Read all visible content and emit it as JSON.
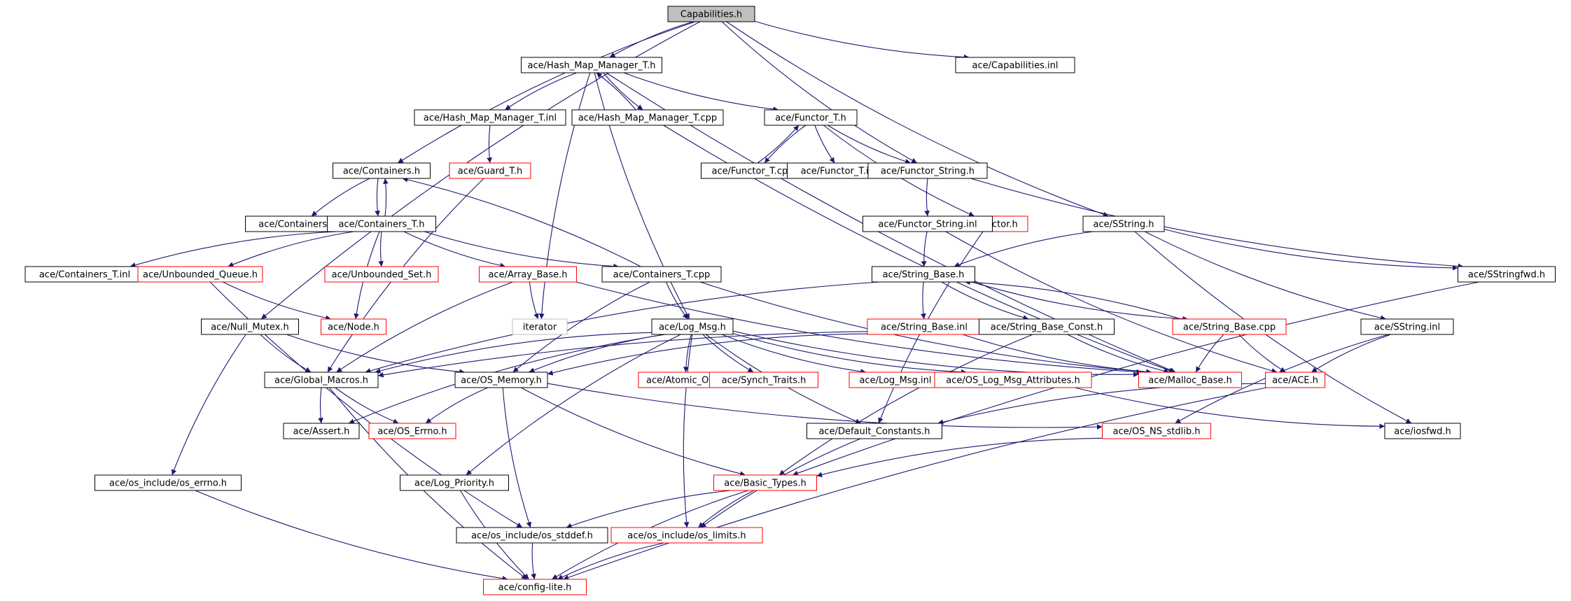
{
  "colors": {
    "edge": "#191970",
    "normal_border": "#000000",
    "missing_border": "#ff0000",
    "root_fill": "#bfbfbf",
    "external_border": "#bfbfbf"
  },
  "nodes": [
    {
      "id": "capabilities_h",
      "label": "Capabilities.h",
      "style": "root"
    },
    {
      "id": "hash_map_manager_t_h",
      "label": "ace/Hash_Map_Manager_T.h",
      "style": "normal"
    },
    {
      "id": "capabilities_inl",
      "label": "ace/Capabilities.inl",
      "style": "normal"
    },
    {
      "id": "hash_map_manager_t_inl",
      "label": "ace/Hash_Map_Manager_T.inl",
      "style": "normal"
    },
    {
      "id": "hash_map_manager_t_cpp",
      "label": "ace/Hash_Map_Manager_T.cpp",
      "style": "normal"
    },
    {
      "id": "functor_t_h",
      "label": "ace/Functor_T.h",
      "style": "normal"
    },
    {
      "id": "containers_h",
      "label": "ace/Containers.h",
      "style": "normal"
    },
    {
      "id": "guard_t_h",
      "label": "ace/Guard_T.h",
      "style": "missing"
    },
    {
      "id": "functor_t_cpp",
      "label": "ace/Functor_T.cpp",
      "style": "normal"
    },
    {
      "id": "functor_t_inl",
      "label": "ace/Functor_T.inl",
      "style": "normal"
    },
    {
      "id": "functor_string_h",
      "label": "ace/Functor_String.h",
      "style": "normal"
    },
    {
      "id": "containers_inl",
      "label": "ace/Containers.inl",
      "style": "normal"
    },
    {
      "id": "containers_t_h",
      "label": "ace/Containers_T.h",
      "style": "normal"
    },
    {
      "id": "functor_h",
      "label": "ace/Functor.h",
      "style": "missing"
    },
    {
      "id": "functor_string_inl",
      "label": "ace/Functor_String.inl",
      "style": "normal"
    },
    {
      "id": "sstring_h",
      "label": "ace/SString.h",
      "style": "normal"
    },
    {
      "id": "containers_t_inl",
      "label": "ace/Containers_T.inl",
      "style": "normal"
    },
    {
      "id": "unbounded_queue_h",
      "label": "ace/Unbounded_Queue.h",
      "style": "missing"
    },
    {
      "id": "unbounded_set_h",
      "label": "ace/Unbounded_Set.h",
      "style": "missing"
    },
    {
      "id": "array_base_h",
      "label": "ace/Array_Base.h",
      "style": "missing"
    },
    {
      "id": "containers_t_cpp",
      "label": "ace/Containers_T.cpp",
      "style": "normal"
    },
    {
      "id": "string_base_h",
      "label": "ace/String_Base.h",
      "style": "normal"
    },
    {
      "id": "sstringfwd_h",
      "label": "ace/SStringfwd.h",
      "style": "normal"
    },
    {
      "id": "null_mutex_h",
      "label": "ace/Null_Mutex.h",
      "style": "normal"
    },
    {
      "id": "node_h",
      "label": "ace/Node.h",
      "style": "missing"
    },
    {
      "id": "iterator",
      "label": "iterator",
      "style": "external"
    },
    {
      "id": "log_msg_h",
      "label": "ace/Log_Msg.h",
      "style": "normal"
    },
    {
      "id": "string_base_inl",
      "label": "ace/String_Base.inl",
      "style": "missing"
    },
    {
      "id": "string_base_const_h",
      "label": "ace/String_Base_Const.h",
      "style": "normal"
    },
    {
      "id": "string_base_cpp",
      "label": "ace/String_Base.cpp",
      "style": "missing"
    },
    {
      "id": "sstring_inl",
      "label": "ace/SString.inl",
      "style": "normal"
    },
    {
      "id": "global_macros_h",
      "label": "ace/Global_Macros.h",
      "style": "normal"
    },
    {
      "id": "os_memory_h",
      "label": "ace/OS_Memory.h",
      "style": "normal"
    },
    {
      "id": "atomic_op_h",
      "label": "ace/Atomic_Op.h",
      "style": "missing"
    },
    {
      "id": "synch_traits_h",
      "label": "ace/Synch_Traits.h",
      "style": "missing"
    },
    {
      "id": "log_msg_inl",
      "label": "ace/Log_Msg.inl",
      "style": "missing"
    },
    {
      "id": "os_log_msg_attributes_h",
      "label": "ace/OS_Log_Msg_Attributes.h",
      "style": "missing"
    },
    {
      "id": "malloc_base_h",
      "label": "ace/Malloc_Base.h",
      "style": "missing"
    },
    {
      "id": "ace_h",
      "label": "ace/ACE.h",
      "style": "missing"
    },
    {
      "id": "assert_h",
      "label": "ace/Assert.h",
      "style": "normal"
    },
    {
      "id": "os_errno_h",
      "label": "ace/OS_Errno.h",
      "style": "missing"
    },
    {
      "id": "default_constants_h",
      "label": "ace/Default_Constants.h",
      "style": "normal"
    },
    {
      "id": "os_ns_stdlib_h",
      "label": "ace/OS_NS_stdlib.h",
      "style": "missing"
    },
    {
      "id": "iosfwd_h",
      "label": "ace/iosfwd.h",
      "style": "normal"
    },
    {
      "id": "os_include_os_errno_h",
      "label": "ace/os_include/os_errno.h",
      "style": "normal"
    },
    {
      "id": "log_priority_h",
      "label": "ace/Log_Priority.h",
      "style": "normal"
    },
    {
      "id": "basic_types_h",
      "label": "ace/Basic_Types.h",
      "style": "missing"
    },
    {
      "id": "os_include_os_stddef_h",
      "label": "ace/os_include/os_stddef.h",
      "style": "normal"
    },
    {
      "id": "os_include_os_limits_h",
      "label": "ace/os_include/os_limits.h",
      "style": "missing"
    },
    {
      "id": "config_lite_h",
      "label": "ace/config-lite.h",
      "style": "missing"
    }
  ],
  "edges": [
    [
      "capabilities_h",
      "hash_map_manager_t_h"
    ],
    [
      "capabilities_h",
      "capabilities_inl"
    ],
    [
      "capabilities_h",
      "containers_h"
    ],
    [
      "capabilities_h",
      "functor_string_h"
    ],
    [
      "capabilities_h",
      "sstring_h"
    ],
    [
      "capabilities_h",
      "null_mutex_h"
    ],
    [
      "hash_map_manager_t_h",
      "hash_map_manager_t_inl"
    ],
    [
      "hash_map_manager_t_h",
      "hash_map_manager_t_cpp"
    ],
    [
      "hash_map_manager_t_h",
      "functor_t_h"
    ],
    [
      "hash_map_manager_t_h",
      "iterator"
    ],
    [
      "hash_map_manager_t_h",
      "log_msg_h"
    ],
    [
      "hash_map_manager_t_h",
      "malloc_base_h"
    ],
    [
      "hash_map_manager_t_cpp",
      "hash_map_manager_t_h"
    ],
    [
      "hash_map_manager_t_cpp",
      "malloc_base_h"
    ],
    [
      "hash_map_manager_t_inl",
      "guard_t_h"
    ],
    [
      "guard_t_h",
      "global_macros_h"
    ],
    [
      "functor_t_h",
      "functor_t_cpp"
    ],
    [
      "functor_t_cpp",
      "functor_t_h"
    ],
    [
      "functor_t_h",
      "functor_t_inl"
    ],
    [
      "functor_t_h",
      "functor_string_h"
    ],
    [
      "functor_t_h",
      "functor_h"
    ],
    [
      "functor_h",
      "default_constants_h"
    ],
    [
      "functor_string_h",
      "functor_string_inl"
    ],
    [
      "functor_string_h",
      "sstringfwd_h"
    ],
    [
      "functor_string_inl",
      "string_base_h"
    ],
    [
      "functor_string_inl",
      "ace_h"
    ],
    [
      "containers_h",
      "containers_inl"
    ],
    [
      "containers_h",
      "containers_t_h"
    ],
    [
      "containers_t_h",
      "containers_h"
    ],
    [
      "containers_t_h",
      "containers_t_inl"
    ],
    [
      "containers_t_h",
      "unbounded_queue_h"
    ],
    [
      "containers_t_h",
      "unbounded_set_h"
    ],
    [
      "containers_t_h",
      "node_h"
    ],
    [
      "containers_t_h",
      "array_base_h"
    ],
    [
      "containers_t_h",
      "containers_t_cpp"
    ],
    [
      "containers_t_cpp",
      "containers_h"
    ],
    [
      "containers_t_cpp",
      "log_msg_h"
    ],
    [
      "containers_t_cpp",
      "os_memory_h"
    ],
    [
      "containers_t_cpp",
      "malloc_base_h"
    ],
    [
      "unbounded_queue_h",
      "node_h"
    ],
    [
      "unbounded_queue_h",
      "os_include_os_stddef_h"
    ],
    [
      "array_base_h",
      "iterator"
    ],
    [
      "array_base_h",
      "global_macros_h"
    ],
    [
      "array_base_h",
      "malloc_base_h"
    ],
    [
      "sstring_h",
      "string_base_h"
    ],
    [
      "sstring_h",
      "sstringfwd_h"
    ],
    [
      "sstring_h",
      "sstring_inl"
    ],
    [
      "sstring_h",
      "iosfwd_h"
    ],
    [
      "sstringfwd_h",
      "basic_types_h"
    ],
    [
      "string_base_h",
      "string_base_inl"
    ],
    [
      "string_base_h",
      "string_base_const_h"
    ],
    [
      "string_base_h",
      "string_base_cpp"
    ],
    [
      "string_base_cpp",
      "string_base_h"
    ],
    [
      "string_base_h",
      "global_macros_h"
    ],
    [
      "string_base_cpp",
      "malloc_base_h"
    ],
    [
      "string_base_cpp",
      "ace_h"
    ],
    [
      "string_base_const_h",
      "malloc_base_h"
    ],
    [
      "string_base_const_h",
      "basic_types_h"
    ],
    [
      "string_base_const_h",
      "global_macros_h"
    ],
    [
      "string_base_inl",
      "malloc_base_h"
    ],
    [
      "string_base_inl",
      "os_memory_h"
    ],
    [
      "sstring_inl",
      "ace_h"
    ],
    [
      "sstring_inl",
      "os_ns_stdlib_h"
    ],
    [
      "ace_h",
      "default_constants_h"
    ],
    [
      "ace_h",
      "config_lite_h"
    ],
    [
      "null_mutex_h",
      "global_macros_h"
    ],
    [
      "null_mutex_h",
      "os_memory_h"
    ],
    [
      "null_mutex_h",
      "os_include_os_errno_h"
    ],
    [
      "os_include_os_errno_h",
      "config_lite_h"
    ],
    [
      "log_msg_h",
      "global_macros_h"
    ],
    [
      "log_msg_h",
      "os_memory_h"
    ],
    [
      "log_msg_h",
      "atomic_op_h"
    ],
    [
      "log_msg_h",
      "synch_traits_h"
    ],
    [
      "log_msg_h",
      "log_msg_inl"
    ],
    [
      "log_msg_h",
      "os_log_msg_attributes_h"
    ],
    [
      "log_msg_h",
      "malloc_base_h"
    ],
    [
      "log_msg_h",
      "assert_h"
    ],
    [
      "log_msg_h",
      "log_priority_h"
    ],
    [
      "log_msg_h",
      "default_constants_h"
    ],
    [
      "log_msg_h",
      "os_include_os_limits_h"
    ],
    [
      "os_log_msg_attributes_h",
      "iosfwd_h"
    ],
    [
      "global_macros_h",
      "assert_h"
    ],
    [
      "global_macros_h",
      "os_errno_h"
    ],
    [
      "global_macros_h",
      "config_lite_h"
    ],
    [
      "os_memory_h",
      "os_errno_h"
    ],
    [
      "os_memory_h",
      "basic_types_h"
    ],
    [
      "os_memory_h",
      "os_include_os_stddef_h"
    ],
    [
      "os_memory_h",
      "os_ns_stdlib_h"
    ],
    [
      "os_ns_stdlib_h",
      "basic_types_h"
    ],
    [
      "default_constants_h",
      "os_include_os_limits_h"
    ],
    [
      "log_priority_h",
      "config_lite_h"
    ],
    [
      "basic_types_h",
      "os_include_os_stddef_h"
    ],
    [
      "basic_types_h",
      "os_include_os_limits_h"
    ],
    [
      "basic_types_h",
      "config_lite_h"
    ],
    [
      "os_include_os_stddef_h",
      "config_lite_h"
    ],
    [
      "os_include_os_limits_h",
      "config_lite_h"
    ]
  ]
}
